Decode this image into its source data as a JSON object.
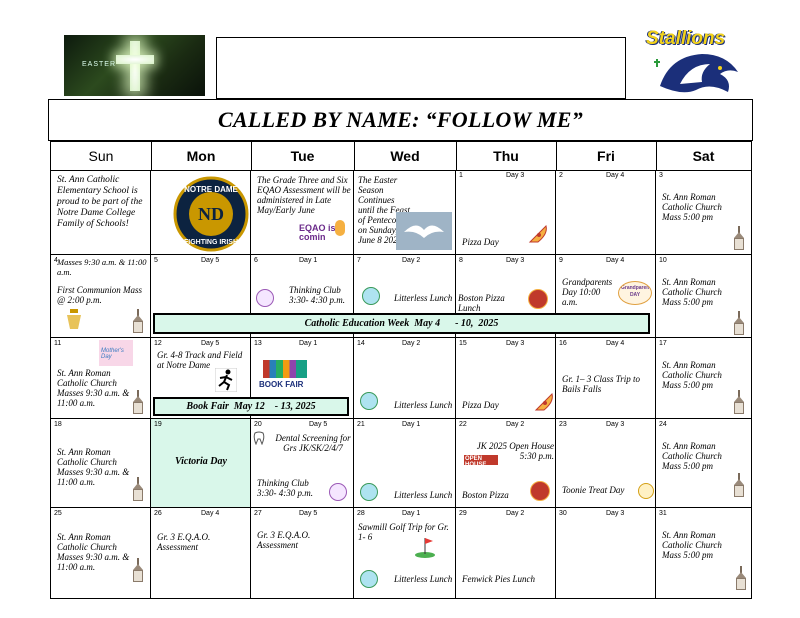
{
  "header": {
    "easter_logo_text": "EASTER",
    "stallions_logo_text": "Stallions",
    "title": "CALLED BY NAME: “FOLLOW ME”"
  },
  "days": [
    "Sun",
    "Mon",
    "Tue",
    "Wed",
    "Thu",
    "Fri",
    "Sat"
  ],
  "week1": {
    "sun_text": "St. Ann Catholic Elementary School is proud to be part of the Notre Dame College Family of Schools!",
    "mon_logo_top": "NOTRE DAME",
    "mon_logo_mid": "ND",
    "mon_logo_bottom": "FIGHTING IRISH",
    "tue_text": "The Grade Three and Six EQAO Assessment will be administered in Late May/Early June",
    "tue_logo": "EQAO is comin",
    "wed_text": "The Easter Season Continues until the Feast of Pentecost on Sunday, June 8 2025",
    "thu_num": "1",
    "thu_day": "Day 3",
    "thu_text": "Pizza Day",
    "fri_num": "2",
    "fri_day": "Day 4",
    "sat_num": "3",
    "sat_text": "St. Ann Roman Catholic Church Mass  5:00 pm"
  },
  "week2": {
    "sun_num": "4",
    "sun_masses": "Masses 9:30 a.m. & 11:00 a.m.",
    "sun_text": "First Communion Mass @ 2:00 p.m.",
    "mon_num": "5",
    "mon_day": "Day 5",
    "tue_num": "6",
    "tue_day": "Day 1",
    "tue_text": "Thinking Club 3:30- 4:30 p.m.",
    "wed_num": "7",
    "wed_day": "Day 2",
    "wed_text": "Litterless Lunch",
    "thu_num": "8",
    "thu_day": "Day 3",
    "thu_text": "Boston Pizza Lunch",
    "fri_num": "9",
    "fri_day": "Day 4",
    "fri_text": "Grandparents Day 10:00 a.m.",
    "fri_logo": "Grandparents DAY",
    "sat_num": "10",
    "sat_text": "St. Ann Roman Catholic Church Mass  5:00 pm",
    "banner": "Catholic Education Week  May 4      - 10,  2025"
  },
  "week3": {
    "sun_num": "11",
    "sun_text": "St. Ann Roman Catholic Church Masses 9:30 a.m. & 11:00 a.m.",
    "sun_logo": "Mother's Day",
    "mon_num": "12",
    "mon_day": "Day 5",
    "mon_text": "Gr. 4-8 Track and Field at Notre Dame",
    "tue_num": "13",
    "tue_day": "Day 1",
    "tue_logo": "BOOK FAIR",
    "wed_num": "14",
    "wed_day": "Day 2",
    "wed_text": "Litterless Lunch",
    "thu_num": "15",
    "thu_day": "Day 3",
    "thu_text": "Pizza Day",
    "fri_num": "16",
    "fri_day": "Day 4",
    "fri_text": "Gr. 1– 3 Class Trip to Bails Falls",
    "sat_num": "17",
    "sat_text": "St. Ann Roman Catholic Church Mass  5:00 pm",
    "banner": "Book Fair  May 12    - 13, 2025"
  },
  "week4": {
    "sun_num": "18",
    "sun_text": "St. Ann Roman Catholic Church Masses 9:30 a.m. & 11:00 a.m.",
    "mon_num": "19",
    "mon_text": "Victoria Day",
    "tue_num": "20",
    "tue_day": "Day 5",
    "tue_text": "Dental Screening for Grs JK/SK/2/4/7",
    "tue_text2": "Thinking Club 3:30- 4:30 p.m.",
    "wed_num": "21",
    "wed_day": "Day 1",
    "wed_text": "Litterless Lunch",
    "thu_num": "22",
    "thu_day": "Day 2",
    "thu_text": "JK 2025  Open House 5:30 p.m.",
    "thu_logo": "OPEN HOUSE",
    "thu_text2": "Boston Pizza",
    "fri_num": "23",
    "fri_day": "Day 3",
    "fri_text": "Toonie Treat Day",
    "sat_num": "24",
    "sat_text": "St. Ann Roman Catholic Church Mass  5:00 pm"
  },
  "week5": {
    "sun_num": "25",
    "sun_text": "St. Ann Roman Catholic Church Masses 9:30 a.m. & 11:00 a.m.",
    "mon_num": "26",
    "mon_day": "Day 4",
    "mon_text": "Gr. 3 E.Q.A.O. Assessment",
    "tue_num": "27",
    "tue_day": "Day 5",
    "tue_text": "Gr. 3 E.Q.A.O. Assessment",
    "wed_num": "28",
    "wed_day": "Day 1",
    "wed_text": "Sawmill  Golf  Trip for Gr. 1- 6",
    "wed_text2": "Litterless Lunch",
    "thu_num": "29",
    "thu_day": "Day 2",
    "thu_text": "Fenwick Pies Lunch",
    "fri_num": "30",
    "fri_day": "Day 3",
    "sat_num": "31",
    "sat_text": "St. Ann Roman Catholic Church Mass  5:00 pm"
  },
  "colors": {
    "banner_bg": "#d9f7ea",
    "holiday_bg": "#d9f7ea",
    "stallions_yellow": "#f2d21a",
    "stallions_blue": "#1b2f7a"
  }
}
